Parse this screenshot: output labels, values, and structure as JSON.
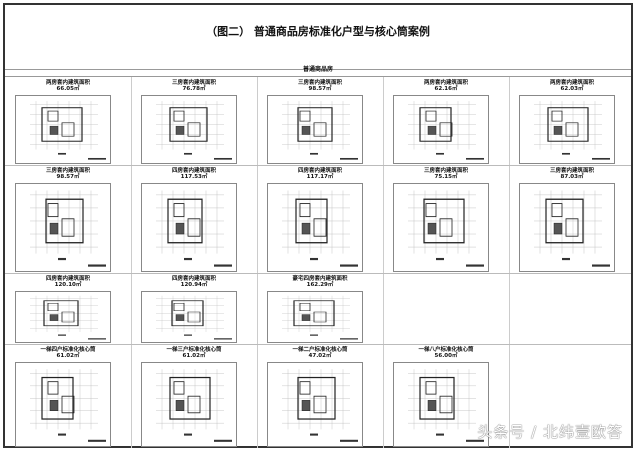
{
  "title": "（图二） 普通商品房标准化户型与核心筒案例",
  "section": "普通商品房",
  "rows": [
    [
      {
        "name": "两房套内建筑面积",
        "area": "66.05㎡"
      },
      {
        "name": "三房套内建筑面积",
        "area": "76.78㎡"
      },
      {
        "name": "三房套内建筑面积",
        "area": "98.57㎡"
      },
      {
        "name": "两房套内建筑面积",
        "area": "62.16㎡"
      },
      {
        "name": "两房套内建筑面积",
        "area": "62.03㎡"
      }
    ],
    [
      {
        "name": "三房套内建筑面积",
        "area": "98.57㎡"
      },
      {
        "name": "四房套内建筑面积",
        "area": "117.53㎡"
      },
      {
        "name": "四房套内建筑面积",
        "area": "117.17㎡"
      },
      {
        "name": "三房套内建筑面积",
        "area": "75.15㎡"
      },
      {
        "name": "三房套内建筑面积",
        "area": "87.03㎡"
      }
    ],
    [
      {
        "name": "四房套内建筑面积",
        "area": "120.10㎡"
      },
      {
        "name": "四房套内建筑面积",
        "area": "120.94㎡"
      },
      {
        "name": "豪宅四房套内建筑面积",
        "area": "162.29㎡"
      }
    ],
    [
      {
        "name": "一梯四户标准化核心筒",
        "area": "61.02㎡"
      },
      {
        "name": "一梯三户标准化核心筒",
        "area": "61.02㎡"
      },
      {
        "name": "一梯二户标准化核心筒",
        "area": "47.02㎡"
      },
      {
        "name": "一梯八户标准化核心筒",
        "area": "56.00㎡"
      }
    ]
  ],
  "watermark": "头条号 / 北纬壹欧答"
}
